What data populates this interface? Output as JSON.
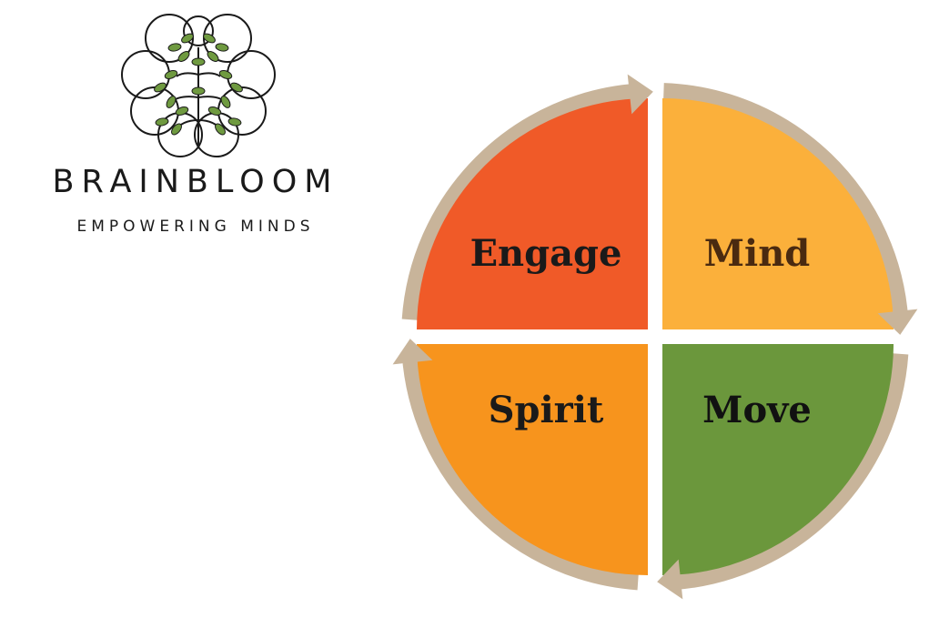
{
  "brand": {
    "name": "BRAINBLOOM",
    "tagline": "EMPOWERING MINDS",
    "logo_icon": "brain-leaf-tree-emblem",
    "logo_leaf_color": "#6f9a40"
  },
  "cycle": {
    "ring_color": "#c8b49a",
    "quadrants": [
      {
        "label": "Engage",
        "color": "#f05a28",
        "text_color": "#1a1a1a"
      },
      {
        "label": "Mind",
        "color": "#fbb03b",
        "text_color": "#4a2a10"
      },
      {
        "label": "Move",
        "color": "#6b973c",
        "text_color": "#111111"
      },
      {
        "label": "Spirit",
        "color": "#f7941d",
        "text_color": "#1a1a1a"
      }
    ]
  }
}
